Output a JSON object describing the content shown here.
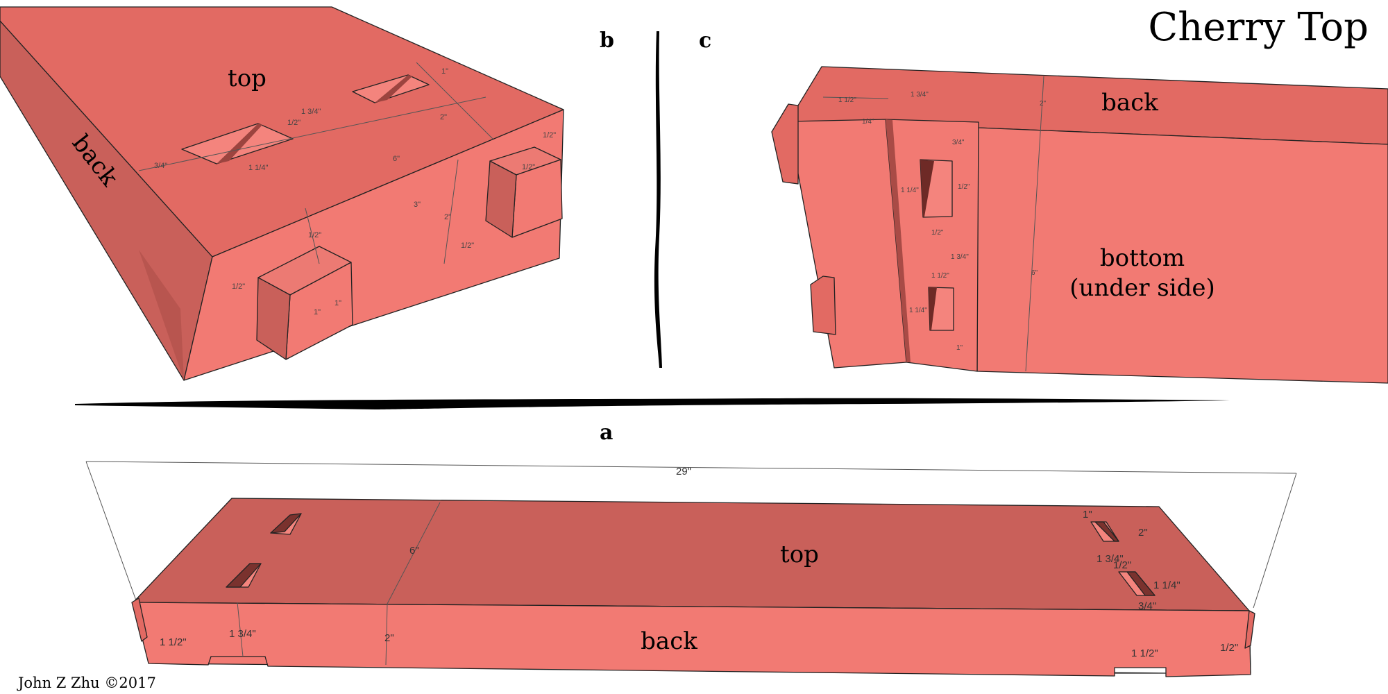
{
  "title": "Cherry Top",
  "credit": "John Z Zhu ©2017",
  "panels": {
    "a": {
      "letter": "a",
      "face_top": "top",
      "face_back": "back",
      "dims": [
        "29\"",
        "6\"",
        "2\"",
        "1 3/4\"",
        "1 1/2\"",
        "1\"",
        "2\"",
        "1 3/4\"",
        "1/2\"",
        "1 1/4\"",
        "3/4\"",
        "1 1/2\"",
        "1/2\""
      ]
    },
    "b": {
      "letter": "b",
      "face_top": "top",
      "face_back": "back",
      "dims": [
        "1\"",
        "1 3/4\"",
        "1/2\"",
        "2\"",
        "3/4\"",
        "1 1/4\"",
        "6\"",
        "1/2\"",
        "1/2\"",
        "3\"",
        "2\"",
        "1/2\"",
        "1/2\"",
        "1/2\"",
        "1\"",
        "1\""
      ]
    },
    "c": {
      "letter": "c",
      "face_back": "back",
      "face_bottom": "bottom",
      "face_bottom_sub": "(under side)",
      "dims": [
        "1 1/2\"",
        "1 3/4\"",
        "2\"",
        "1/4\"",
        "3/4\"",
        "1 1/4\"",
        "1/2\"",
        "1/2\"",
        "1 3/4\"",
        "1 1/2\"",
        "1 1/4\"",
        "1\"",
        "6\""
      ]
    }
  },
  "colors": {
    "face_light": "#f27a73",
    "face_mid": "#e26a63",
    "face_dark": "#c9605a",
    "face_shadow": "#8f3d38",
    "ink": "#000000"
  }
}
